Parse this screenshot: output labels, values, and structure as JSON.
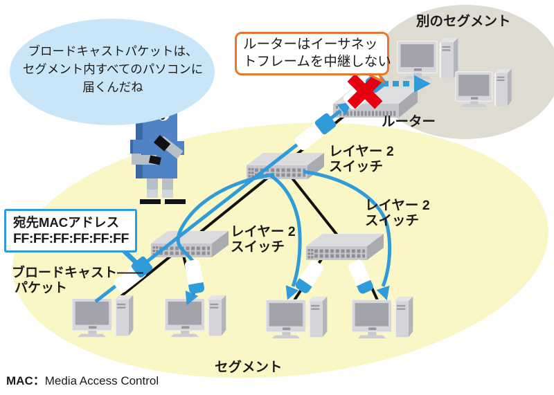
{
  "colors": {
    "accent_blue": "#2f9bd9",
    "bubble_blue": "#c9e6f8",
    "segment_yellow": "#faf6c5",
    "other_segment_gray": "#dedcd0",
    "callout_orange": "#e8762a",
    "cross_red": "#e60012",
    "robot_blue": "#4f83c6"
  },
  "speech_bubble": {
    "lines": [
      "ブロードキャストパケットは、",
      "セグメント内すべてのパソコンに",
      "届くんだね"
    ]
  },
  "callout": {
    "lines": [
      "ルーターはイーサネッ",
      "トフレームを中継しない"
    ]
  },
  "labels": {
    "other_segment": "別のセグメント",
    "router": "ルーター",
    "layer2_switch_line1": "レイヤー 2",
    "layer2_switch_line2": "スイッチ",
    "segment": "セグメント"
  },
  "mac_box": {
    "line1": "宛先MACアドレス",
    "line2": "FF:FF:FF:FF:FF:FF"
  },
  "broadcast_label": {
    "line1": "ブロードキャスト――",
    "line2": "パケット"
  },
  "footnote": {
    "term": "MAC：",
    "definition": "Media Access Control"
  }
}
